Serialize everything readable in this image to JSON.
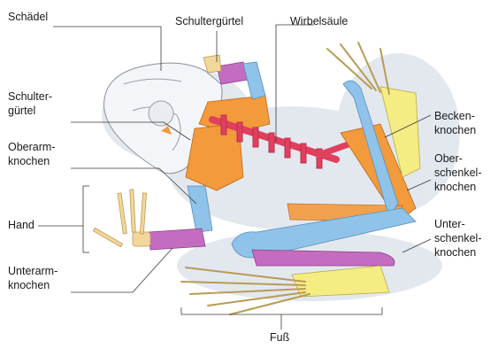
{
  "labels": {
    "schaedel": "Schädel",
    "schultergürtel_top": "Schultergürtel",
    "wirbelsaeule": "Wirbelsäule",
    "schultergürtel_left_1": "Schulter-",
    "schultergürtel_left_2": "gürtel",
    "oberarm_1": "Oberarm-",
    "oberarm_2": "knochen",
    "hand": "Hand",
    "unterarm_1": "Unterarm-",
    "unterarm_2": "knochen",
    "becken_1": "Becken-",
    "becken_2": "knochen",
    "oberschenkel_1": "Ober-",
    "oberschenkel_2": "schenkel-",
    "oberschenkel_3": "knochen",
    "unterschenkel_1": "Unter-",
    "unterschenkel_2": "schenkel-",
    "unterschenkel_3": "knochen",
    "fuss": "Fuß"
  },
  "colors": {
    "shoulder": "#f39a3c",
    "spine": "#e0405e",
    "upper_arm": "#8fc3e9",
    "forearm": "#c46cc0",
    "hand": "#f3d79a",
    "pelvis": "#f39a3c",
    "femur": "#8fc3e9",
    "tibia": "#c46cc0",
    "foot": "#f5ec84",
    "skull": "#f2f4f7",
    "shadow": "#dfe5ee"
  }
}
